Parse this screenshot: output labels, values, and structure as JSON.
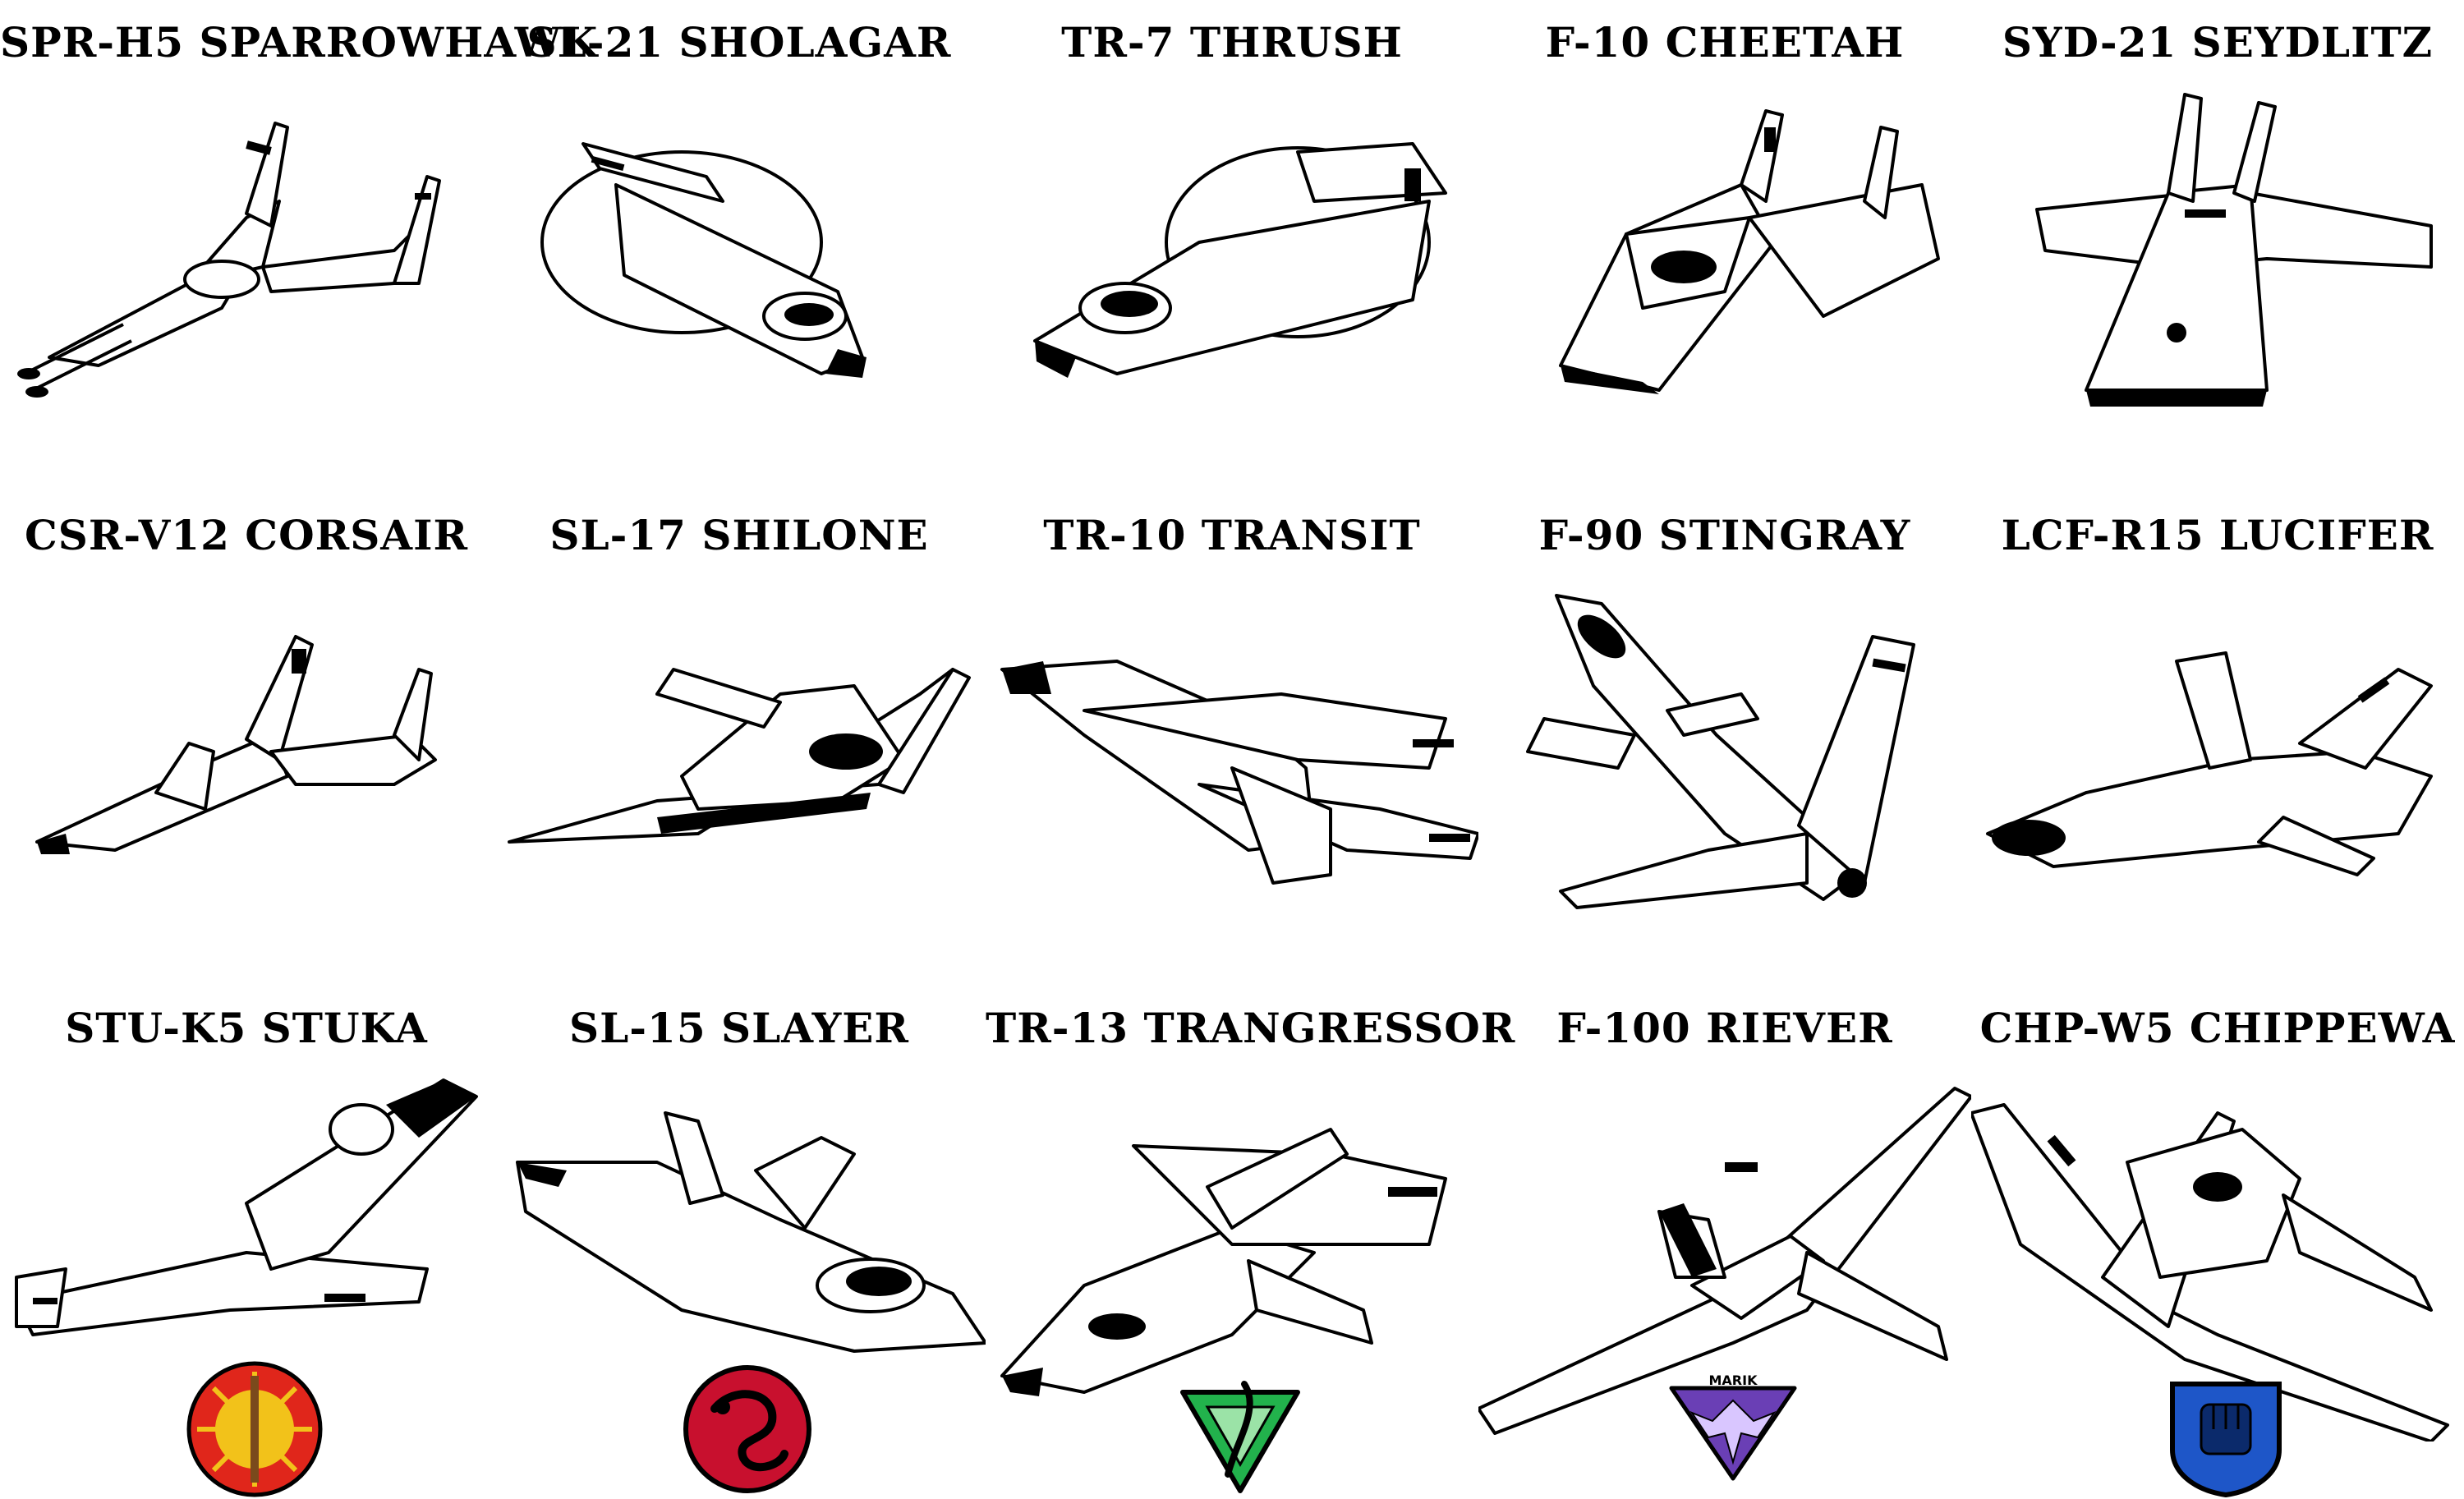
{
  "aircraft": [
    {
      "title": "SPR-H5 SPARROWHAWK",
      "emblem": ""
    },
    {
      "title": "SL-21 SHOLAGAR",
      "emblem": ""
    },
    {
      "title": "TR-7 THRUSH",
      "emblem": ""
    },
    {
      "title": "F-10 CHEETAH",
      "emblem": ""
    },
    {
      "title": "SYD-21 SEYDLITZ",
      "emblem": ""
    },
    {
      "title": "CSR-V12 CORSAIR",
      "emblem": ""
    },
    {
      "title": "SL-17 SHILONE",
      "emblem": ""
    },
    {
      "title": "TR-10 TRANSIT",
      "emblem": ""
    },
    {
      "title": "F-90 STINGRAY",
      "emblem": ""
    },
    {
      "title": "LCF-R15 LUCIFER",
      "emblem": ""
    },
    {
      "title": "STU-K5 STUKA",
      "emblem": "davion-sunburst-emblem"
    },
    {
      "title": "SL-15 SLAYER",
      "emblem": "kurita-dragon-emblem"
    },
    {
      "title": "TR-13 TRANGRESSOR",
      "emblem": "liao-triangle-emblem"
    },
    {
      "title": "F-100 RIEVER",
      "emblem": "marik-eagle-emblem"
    },
    {
      "title": "CHP-W5 CHIPPEWA",
      "emblem": "steiner-fist-emblem"
    }
  ],
  "emblem_text": {
    "marik": "MARIK"
  },
  "colors": {
    "davion_red": "#e0261b",
    "davion_gold": "#f2c21a",
    "kurita_red": "#c8102e",
    "liao_green": "#22b24c",
    "marik_purple": "#6a3fb5",
    "steiner_blue": "#1e56c8"
  }
}
